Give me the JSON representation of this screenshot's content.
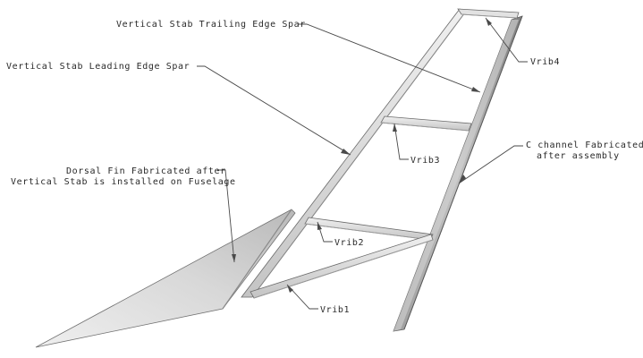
{
  "diagram": {
    "labels": {
      "trailing_edge_spar": "Vertical Stab Trailing Edge Spar",
      "leading_edge_spar": "Vertical Stab Leading Edge Spar",
      "dorsal_fin_line1": "Dorsal Fin Fabricated after",
      "dorsal_fin_line2": "Vertical Stab is installed on Fuselage",
      "vrib4": "Vrib4",
      "vrib3": "Vrib3",
      "vrib2": "Vrib2",
      "vrib1": "Vrib1",
      "c_channel_line1": "C channel Fabricated",
      "c_channel_line2": "after assembly"
    },
    "colors": {
      "part_light": "#e4e4e4",
      "part_mid": "#bdbdbd",
      "part_dark": "#8c8c8c",
      "edge": "#6a6a6a",
      "leader": "#4a4a4a",
      "text": "#2a2a2a"
    }
  }
}
